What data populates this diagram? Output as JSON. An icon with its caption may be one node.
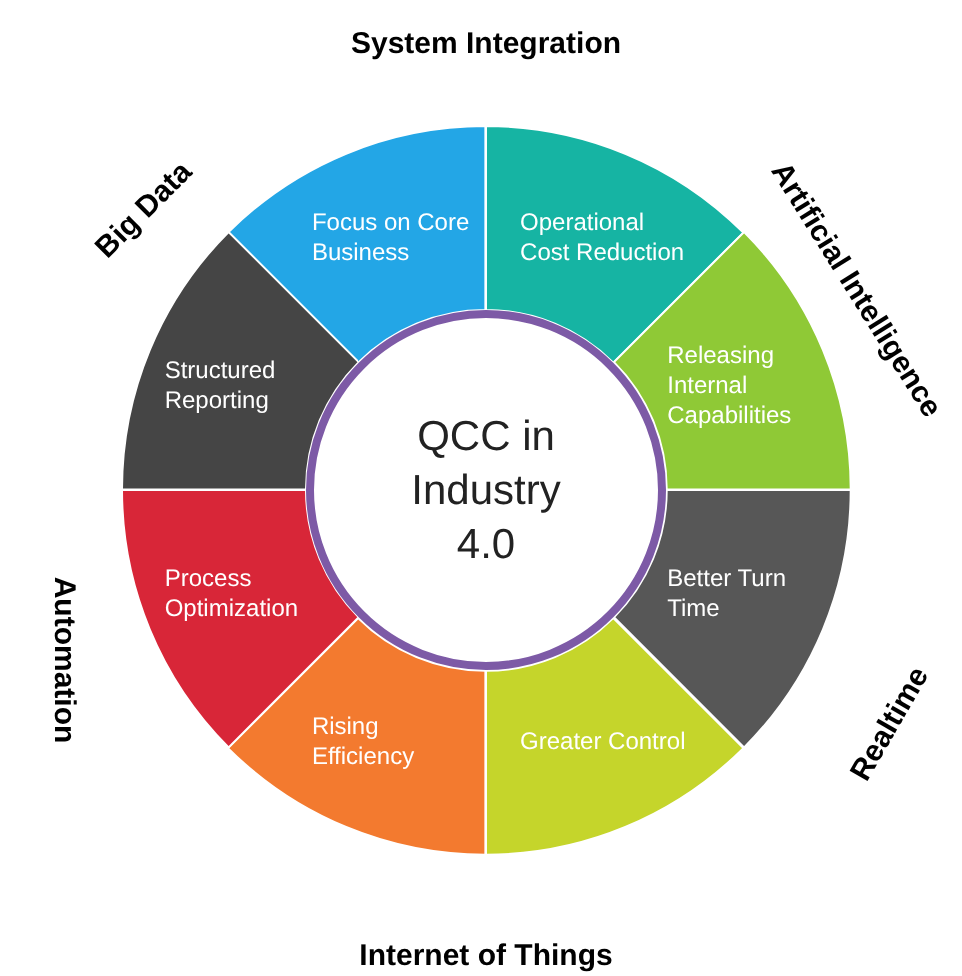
{
  "diagram": {
    "nodes": [
      {
        "text": [
          "QCC in Industry 4.0"
        ]
      },
      {
        "text": [
          "Focus on Core Business"
        ]
      },
      {
        "text": [
          "Operational Cost Reduction"
        ]
      },
      {
        "text": [
          "Releasing Internal Capabilities"
        ]
      },
      {
        "text": [
          "Better Turn Time"
        ]
      },
      {
        "text": [
          "Greater Control"
        ]
      },
      {
        "text": [
          "Rising Efficiency"
        ]
      },
      {
        "text": [
          "Process Optimization"
        ]
      },
      {
        "text": [
          "Structured Reporting"
        ]
      }
    ],
    "labels": [
      "System Integration",
      "Big Data",
      "Artificial Intelligence",
      "Automation",
      "Realtime",
      "Internet of Things"
    ]
  }
}
